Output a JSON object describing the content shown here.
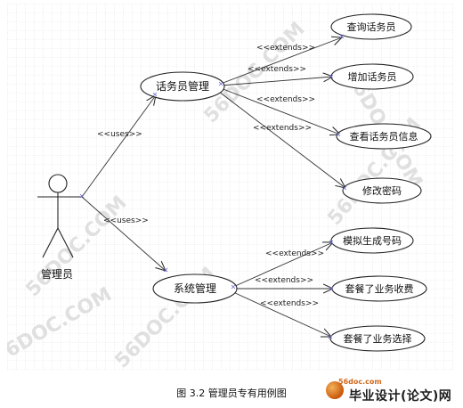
{
  "actor": {
    "label": "管理员"
  },
  "modules": [
    {
      "key": "operator",
      "label": "话务员管理"
    },
    {
      "key": "system",
      "label": "系统管理"
    }
  ],
  "operator_usecases": [
    "查询话务员",
    "增加话务员",
    "查看话务员信息",
    "修改密码"
  ],
  "system_usecases": [
    "模拟生成号码",
    "套餐了业务收费",
    "套餐了业务选择"
  ],
  "relations": {
    "uses": "<<uses>>",
    "extends": "<<extends>>"
  },
  "watermark": "56DOC.COM",
  "caption": "图 3.2  管理员专有用例图",
  "brand": {
    "site": "56doc.com",
    "name": "毕业设计(论文)网"
  }
}
